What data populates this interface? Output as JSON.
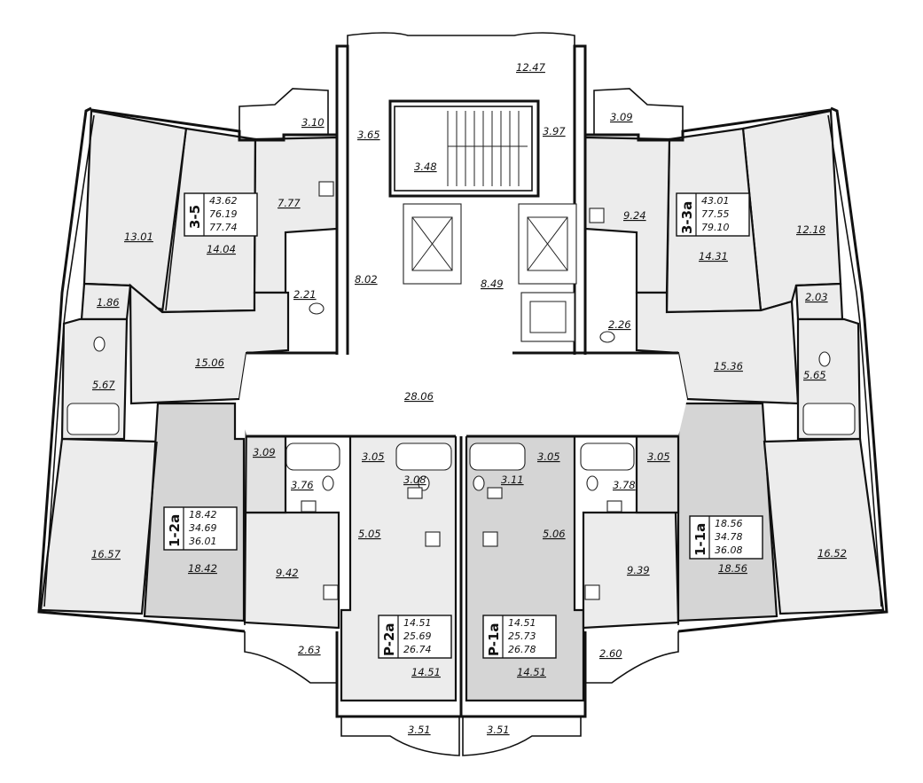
{
  "rooms": {
    "balcony_top": "12.47",
    "balcony_tl": "3.10",
    "balcony_tr": "3.09",
    "hall_tl": "3.65",
    "stair_landing": "3.48",
    "vest_tr": "3.97",
    "kitchen_3_5": "7.77",
    "bed_13_01": "13.01",
    "bed_14_04": "14.04",
    "corr_8_02": "8.02",
    "corr_8_49": "8.49",
    "kitchen_3_3a": "9.24",
    "bed_14_31": "14.31",
    "bed_12_18": "12.18",
    "wc_1_86": "1.86",
    "wc_2_21": "2.21",
    "wc_2_26": "2.26",
    "wc_2_03": "2.03",
    "hall_15_06": "15.06",
    "hall_15_36": "15.36",
    "bath_5_67": "5.67",
    "bath_5_65": "5.65",
    "common_corridor": "28.06",
    "hall_3_09": "3.09",
    "hall_3_05a": "3.05",
    "hall_3_05b": "3.05",
    "hall_3_05c": "3.05",
    "bath_3_76": "3.76",
    "bath_3_08": "3.08",
    "bath_3_11": "3.11",
    "bath_3_78": "3.78",
    "kitchen_5_05": "5.05",
    "kitchen_5_06": "5.06",
    "bed_16_57": "16.57",
    "living_18_42": "18.42",
    "kitchen_9_42": "9.42",
    "kitchen_9_39": "9.39",
    "living_18_56": "18.56",
    "bed_16_52": "16.52",
    "loggia_2_63": "2.63",
    "loggia_2_60": "2.60",
    "studio_14_51a": "14.51",
    "studio_14_51b": "14.51",
    "balcony_3_51a": "3.51",
    "balcony_3_51b": "3.51"
  },
  "apartments": [
    {
      "code": "3-5",
      "living": "43.62",
      "total": "76.19",
      "total_balcony": "77.74"
    },
    {
      "code": "3-3a",
      "living": "43.01",
      "total": "77.55",
      "total_balcony": "79.10"
    },
    {
      "code": "1-2a",
      "living": "18.42",
      "total": "34.69",
      "total_balcony": "36.01"
    },
    {
      "code": "1-1a",
      "living": "18.56",
      "total": "34.78",
      "total_balcony": "36.08"
    },
    {
      "code": "P-2a",
      "living": "14.51",
      "total": "25.69",
      "total_balcony": "26.74"
    },
    {
      "code": "P-1a",
      "living": "14.51",
      "total": "25.73",
      "total_balcony": "26.78"
    }
  ],
  "colors": {
    "wall": "#111111",
    "room_dark": "#d5d5d5",
    "room_mid": "#e2e2e2",
    "room_light": "#ececec"
  }
}
